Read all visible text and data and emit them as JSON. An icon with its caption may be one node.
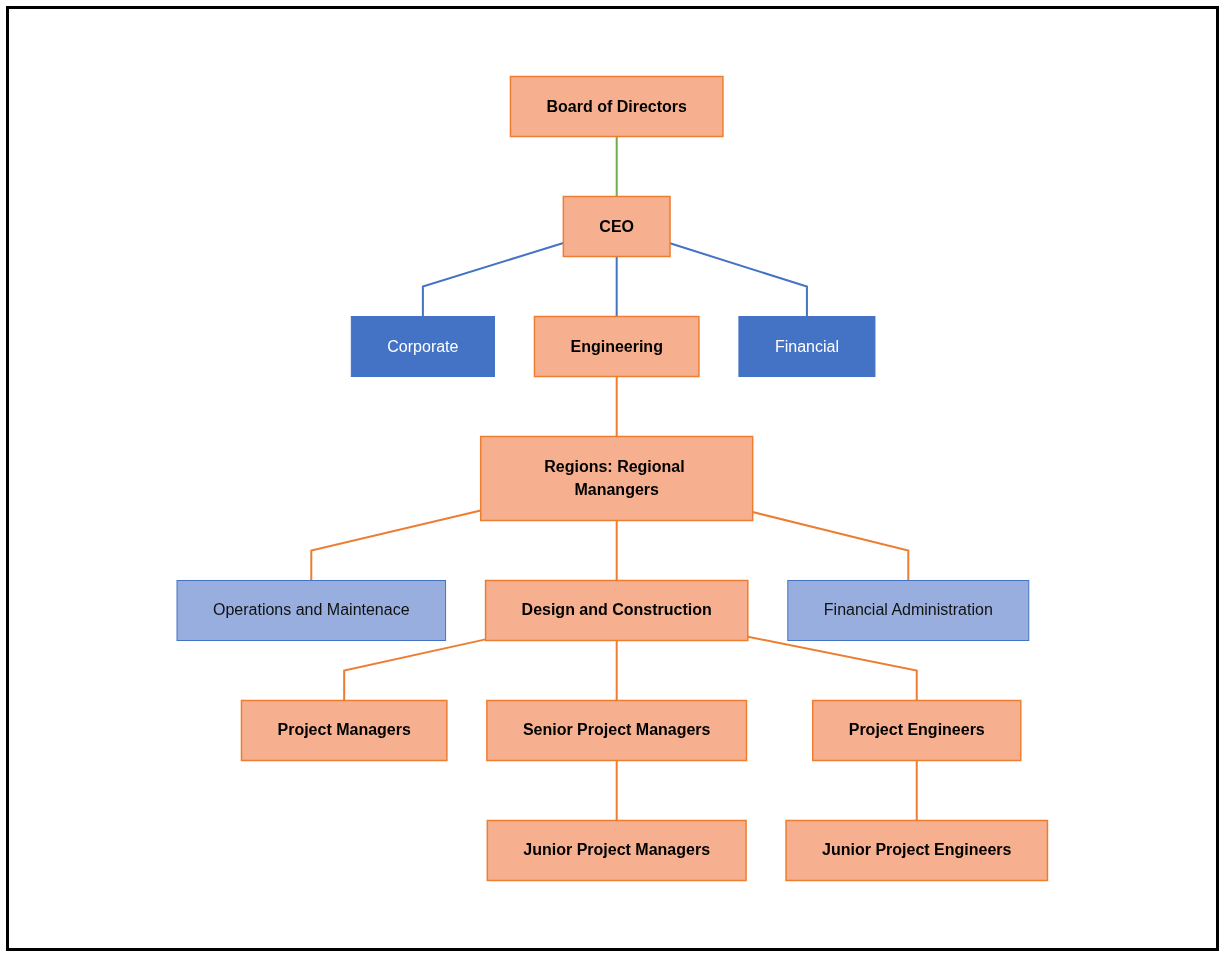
{
  "diagram": {
    "nodes": [
      {
        "text": [
          "Board of Directors"
        ]
      },
      {
        "text": [
          "CEO"
        ]
      },
      {
        "text": [
          "Corporate"
        ]
      },
      {
        "text": [
          "Engineering"
        ]
      },
      {
        "text": [
          "Financial"
        ]
      },
      {
        "text": [
          "Regions: Regional Manangers"
        ]
      },
      {
        "text": [
          "Operations and Maintenace"
        ]
      },
      {
        "text": [
          "Design and Construction"
        ]
      },
      {
        "text": [
          "Financial Administration"
        ]
      },
      {
        "text": [
          "Project Managers"
        ]
      },
      {
        "text": [
          "Senior Project Managers"
        ]
      },
      {
        "text": [
          "Project Engineers"
        ]
      },
      {
        "text": [
          "Junior Project Managers"
        ]
      },
      {
        "text": [
          "Junior Project Engineers"
        ]
      }
    ],
    "edges": [
      {
        "from": 0,
        "to": 1,
        "arrow": "none",
        "color": "#70ad47"
      },
      {
        "from": 1,
        "to": 2,
        "arrow": "none",
        "color": "#4472c4"
      },
      {
        "from": 1,
        "to": 3,
        "arrow": "none",
        "color": "#4472c4"
      },
      {
        "from": 1,
        "to": 4,
        "arrow": "none",
        "color": "#4472c4"
      },
      {
        "from": 3,
        "to": 5,
        "arrow": "none"
      },
      {
        "from": 5,
        "to": 6,
        "arrow": "none"
      },
      {
        "from": 5,
        "to": 7,
        "arrow": "none"
      },
      {
        "from": 5,
        "to": 8,
        "arrow": "none"
      },
      {
        "from": 7,
        "to": 9,
        "arrow": "none"
      },
      {
        "from": 7,
        "to": 10,
        "arrow": "none"
      },
      {
        "from": 7,
        "to": 11,
        "arrow": "none"
      },
      {
        "from": 10,
        "to": 12,
        "arrow": "none"
      },
      {
        "from": 11,
        "to": 13,
        "arrow": "none"
      }
    ]
  }
}
